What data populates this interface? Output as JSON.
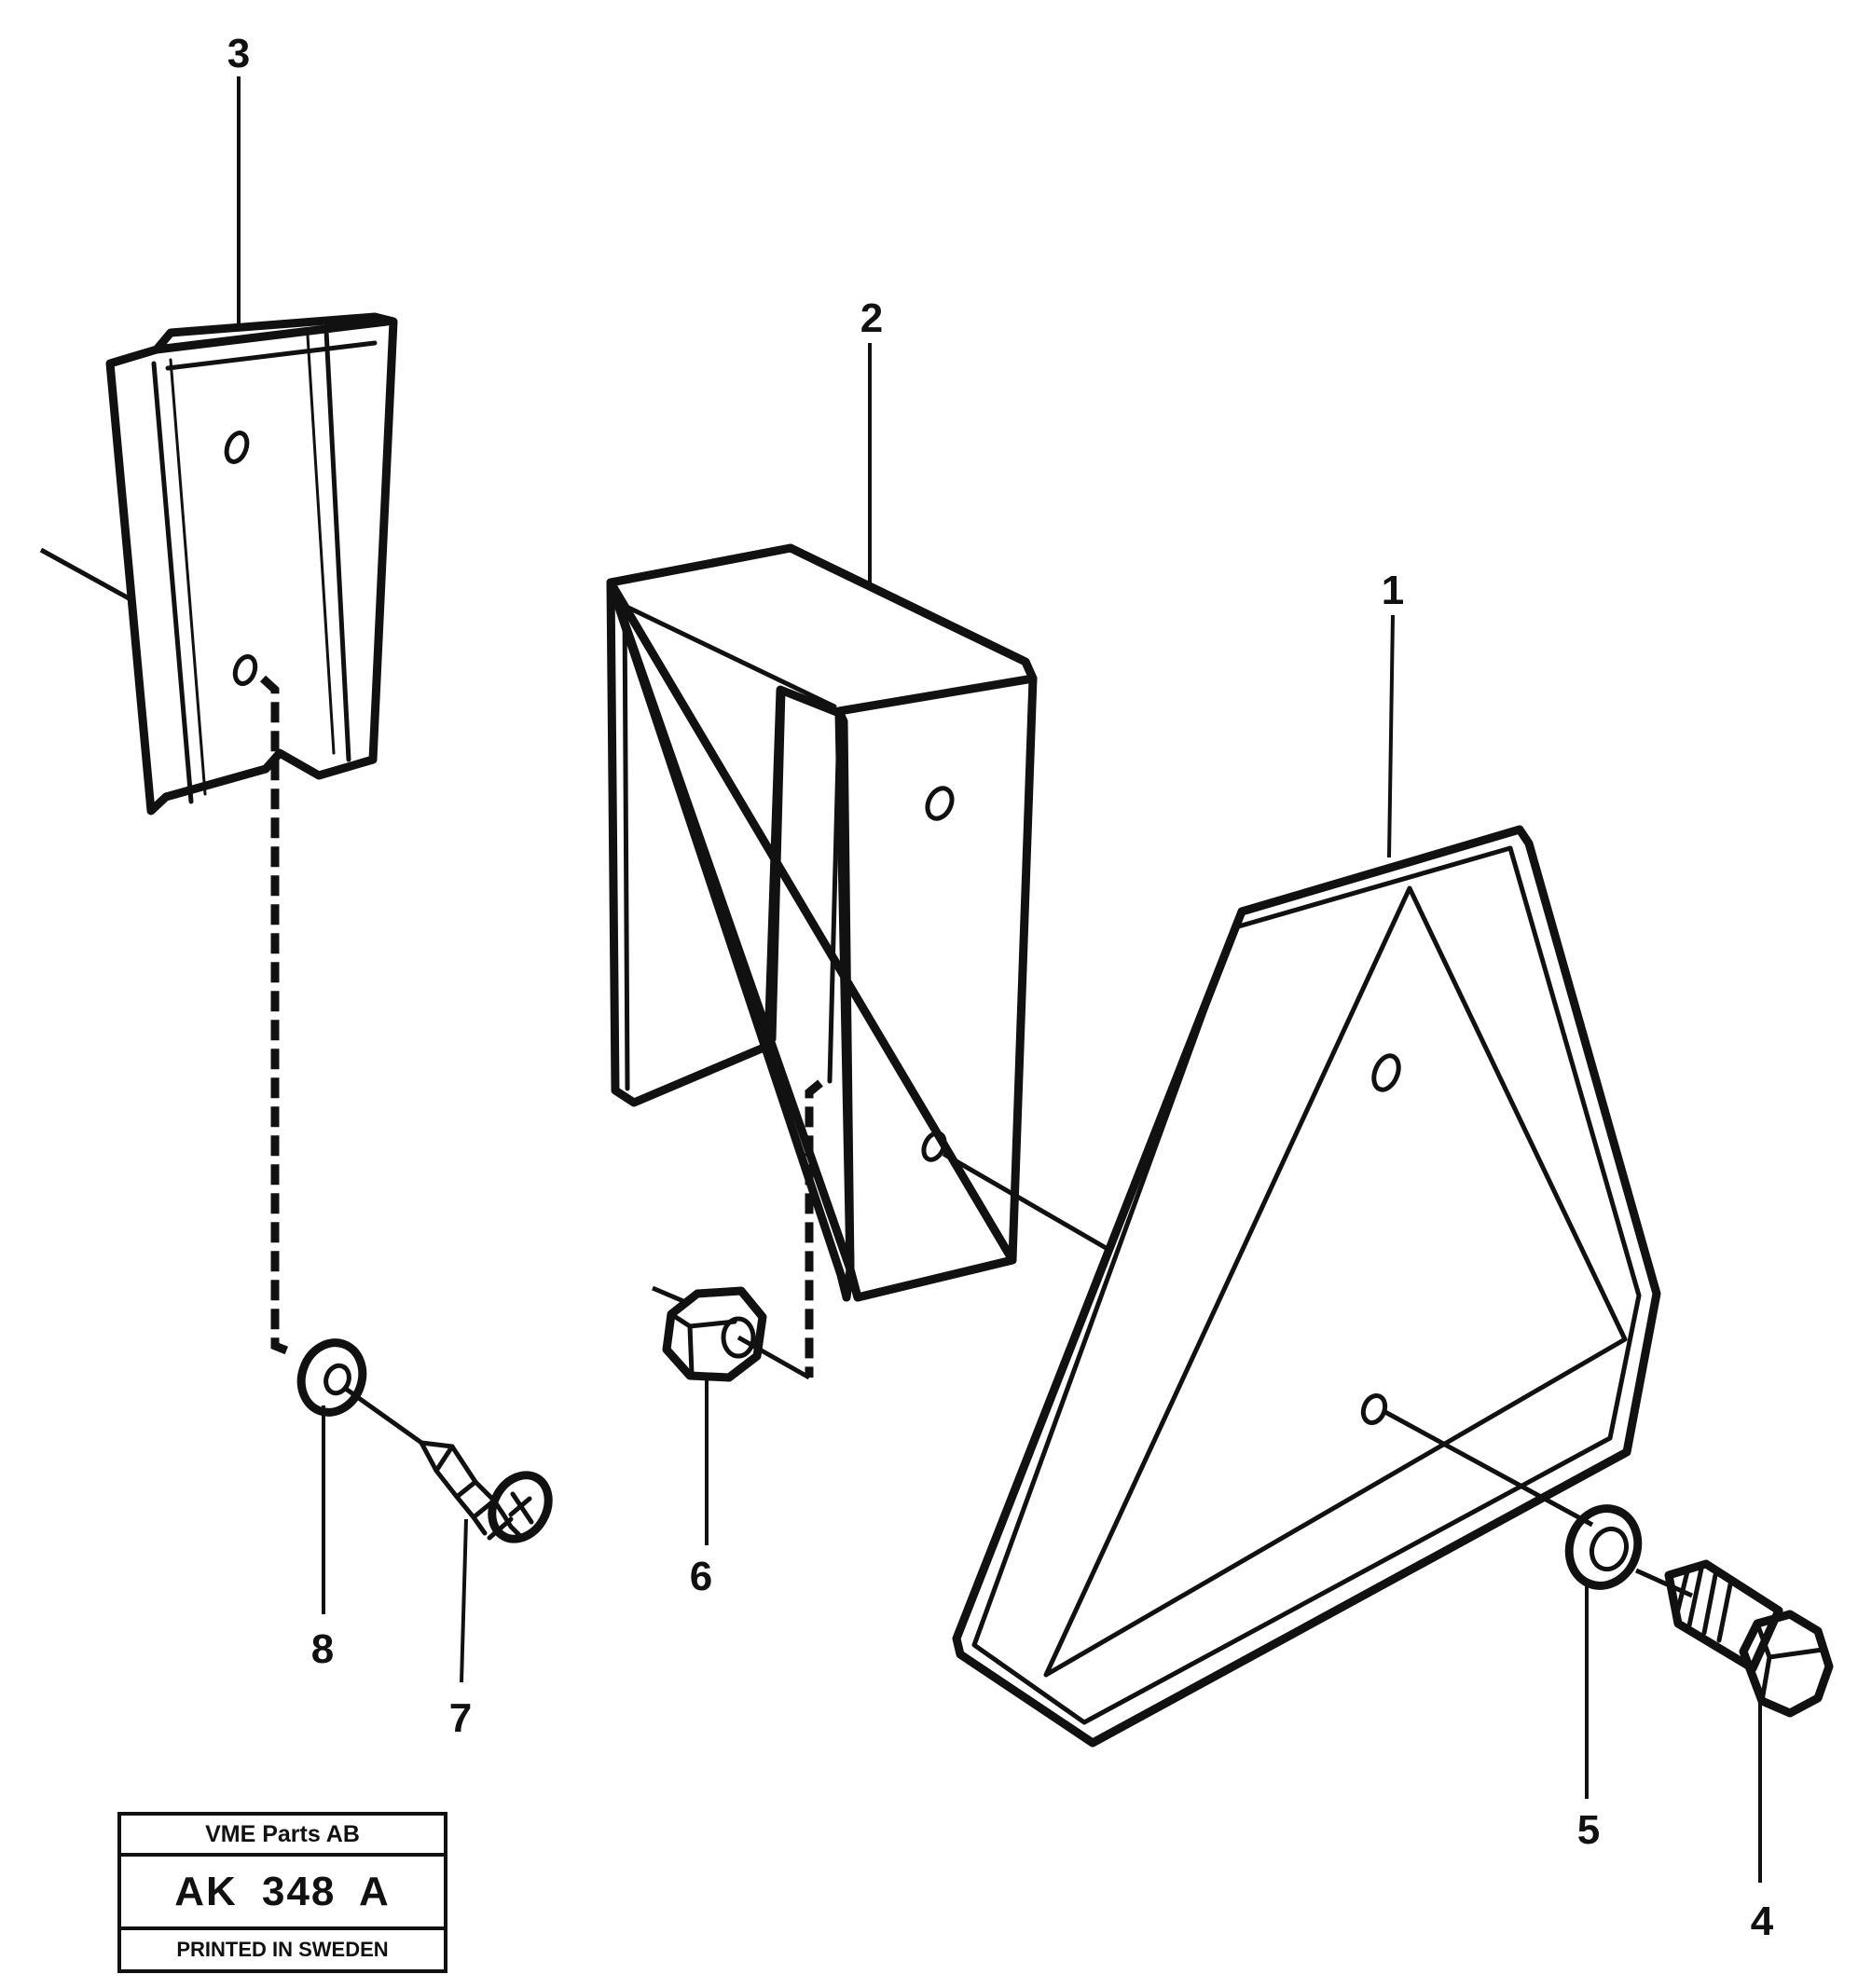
{
  "callouts": [
    {
      "id": "1",
      "label": "1"
    },
    {
      "id": "2",
      "label": "2"
    },
    {
      "id": "3",
      "label": "3"
    },
    {
      "id": "4",
      "label": "4"
    },
    {
      "id": "5",
      "label": "5"
    },
    {
      "id": "6",
      "label": "6"
    },
    {
      "id": "7",
      "label": "7"
    },
    {
      "id": "8",
      "label": "8"
    }
  ],
  "title_block": {
    "company": "VME Parts AB",
    "drawing_code": "AK 348 A",
    "printed": "PRINTED IN SWEDEN"
  }
}
